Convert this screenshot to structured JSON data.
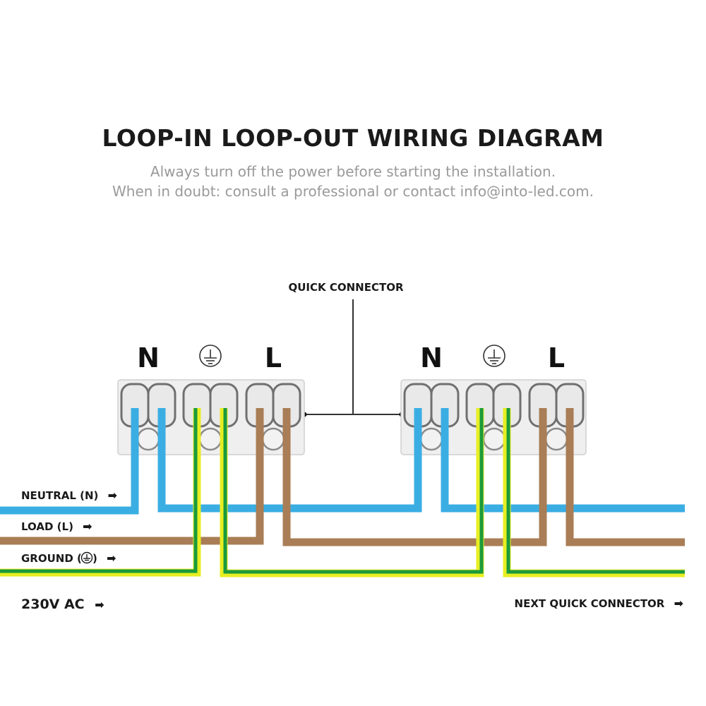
{
  "header": {
    "title": "LOOP-IN LOOP-OUT WIRING DIAGRAM",
    "subtitle_line1": "Always turn off the power before starting the installation.",
    "subtitle_line2": "When in doubt: consult a professional or contact info@into-led.com."
  },
  "callout": {
    "label": "QUICK CONNECTOR"
  },
  "connectors": [
    {
      "neutral_label": "N",
      "ground_symbol": "ground-symbol",
      "live_label": "L"
    },
    {
      "neutral_label": "N",
      "ground_symbol": "ground-symbol",
      "live_label": "L"
    }
  ],
  "wires": {
    "neutral": {
      "label": "NEUTRAL (N)",
      "color": "#3aaee3"
    },
    "load": {
      "label": "LOAD (L)",
      "color": "#a97d55"
    },
    "ground_prefix": "GROUND (",
    "ground_suffix": ")",
    "ground_colors": [
      "#1a9a3c",
      "#e8ee22"
    ]
  },
  "footer": {
    "supply_label": "230V AC",
    "next_label": "NEXT QUICK CONNECTOR"
  },
  "arrow_glyph": "➡"
}
